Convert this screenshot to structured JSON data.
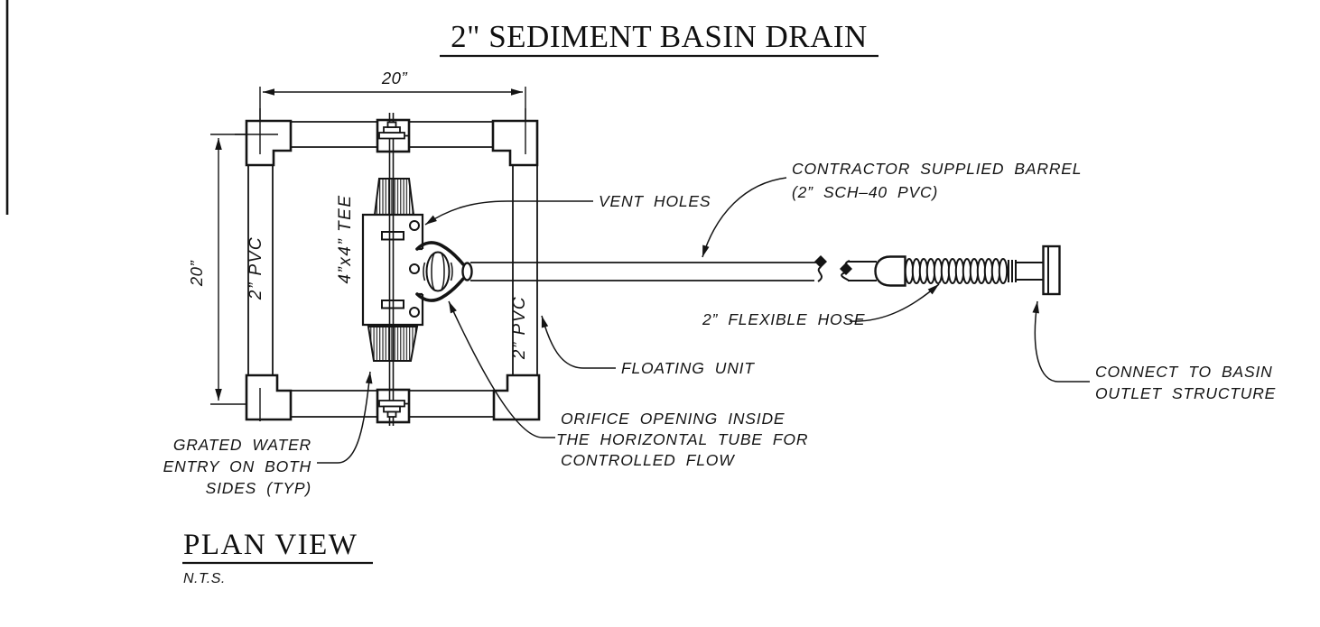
{
  "title": "2\" SEDIMENT BASIN DRAIN",
  "view_label": "PLAN VIEW",
  "scale_note": "N.T.S.",
  "dimensions": {
    "frame_width": "20”",
    "frame_height": "20”"
  },
  "part_labels": {
    "left_pipe": "2” PVC",
    "right_pipe": "2” PVC",
    "tee": "4”x4” TEE"
  },
  "annotations": {
    "vent_holes": "VENT HOLES",
    "barrel": [
      "CONTRACTOR SUPPLIED BARREL",
      "(2” SCH–40 PVC)"
    ],
    "flexible_hose": "2” FLEXIBLE HOSE",
    "floating_unit": "FLOATING UNIT",
    "orifice": [
      "ORIFICE OPENING INSIDE",
      "THE HORIZONTAL TUBE FOR",
      "CONTROLLED FLOW"
    ],
    "grated": [
      "GRATED WATER",
      "ENTRY ON BOTH",
      "SIDES (TYP)"
    ],
    "connect": [
      "CONNECT TO BASIN",
      "OUTLET STRUCTURE"
    ]
  },
  "colors": {
    "ink": "#141414",
    "background": "#ffffff"
  }
}
